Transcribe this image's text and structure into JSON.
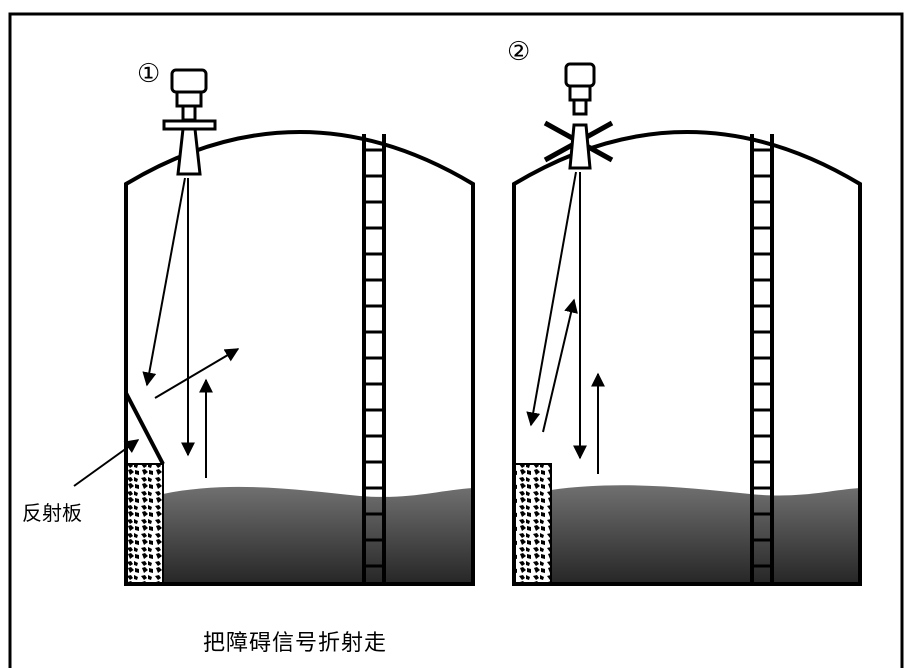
{
  "diagram": {
    "panel_1": {
      "number": "①"
    },
    "panel_2": {
      "number": "②"
    },
    "reflector_label": "反射板",
    "caption": "把障碍信号折射走"
  },
  "colors": {
    "stroke": "#000000",
    "material_top": "#6e6e6e",
    "material_bottom": "#2a2a2a",
    "background": "#ffffff"
  },
  "icons": [
    "radar-level-sensor-icon",
    "ladder-icon",
    "obstacle-icon"
  ]
}
